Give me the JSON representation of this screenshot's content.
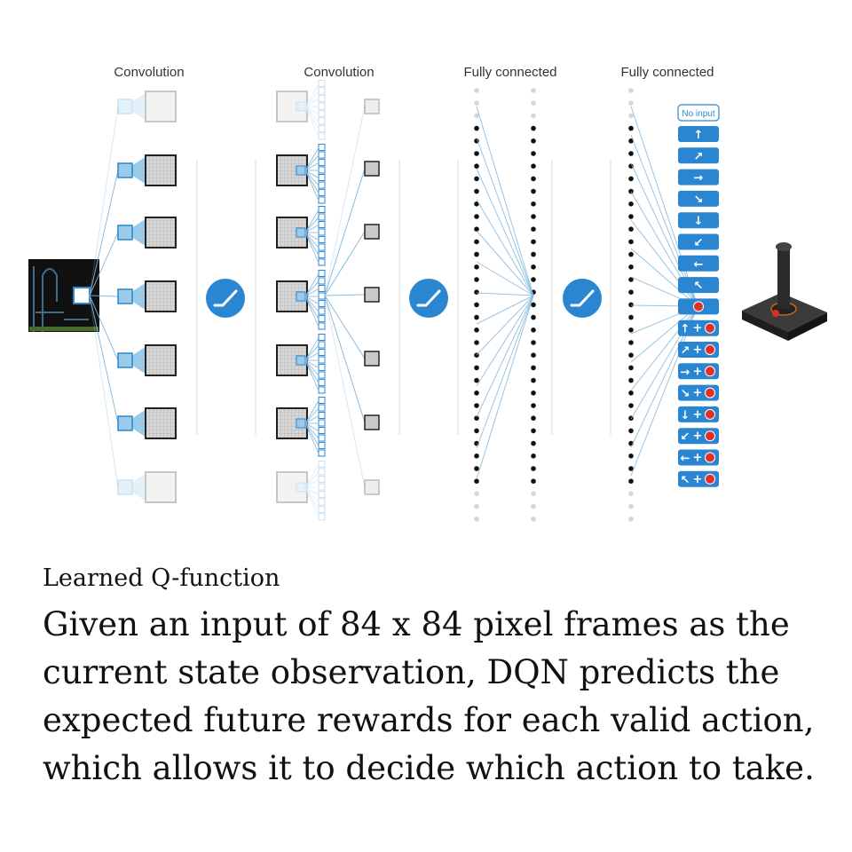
{
  "diagram": {
    "labels": [
      "Convolution",
      "Convolution",
      "Fully connected",
      "Fully connected"
    ],
    "no_input_label": "No input",
    "actions": [
      "↑",
      "↗",
      "→",
      "↘",
      "↓",
      "↙",
      "←",
      "↖",
      "fire",
      "↑+fire",
      "↗+fire",
      "→+fire",
      "↘+fire",
      "↓+fire",
      "↙+fire",
      "←+fire",
      "↖+fire"
    ],
    "colors": {
      "accent": "#2b86d1",
      "line": "#7fb6dc",
      "fire": "#e0302a"
    }
  },
  "caption": {
    "title": "Learned Q-function",
    "body": "Given an input of 84 x 84 pixel frames as the current state observation, DQN predicts the expected future rewards for each valid action, which allows it to decide which action to take."
  }
}
